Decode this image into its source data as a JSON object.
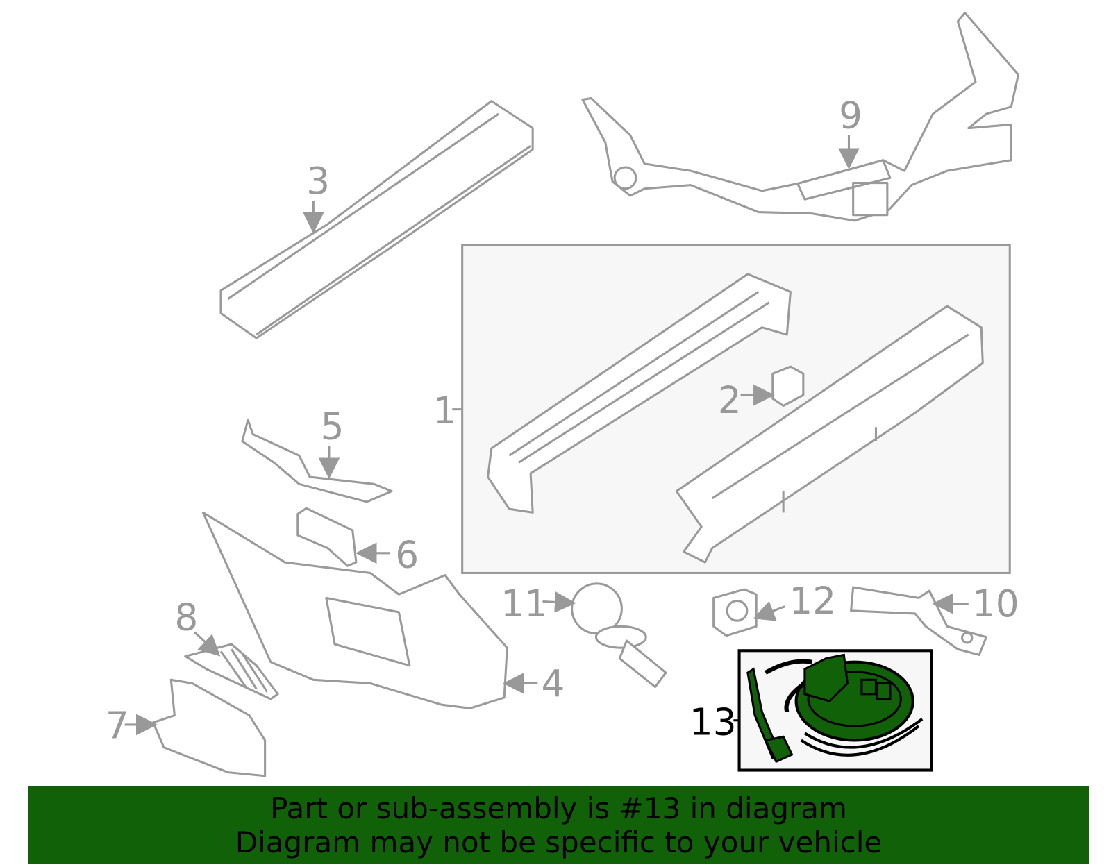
{
  "diagram": {
    "callouts": [
      "1",
      "2",
      "3",
      "4",
      "5",
      "6",
      "7",
      "8",
      "9",
      "10",
      "11",
      "12",
      "13"
    ],
    "highlighted_callout": "13",
    "highlight_color": "#116108",
    "line_color": "#9a9a9a"
  },
  "banner": {
    "line1": "Part or sub-assembly is #13 in diagram",
    "line2": "Diagram may not be specific to your vehicle",
    "background": "#116108"
  }
}
